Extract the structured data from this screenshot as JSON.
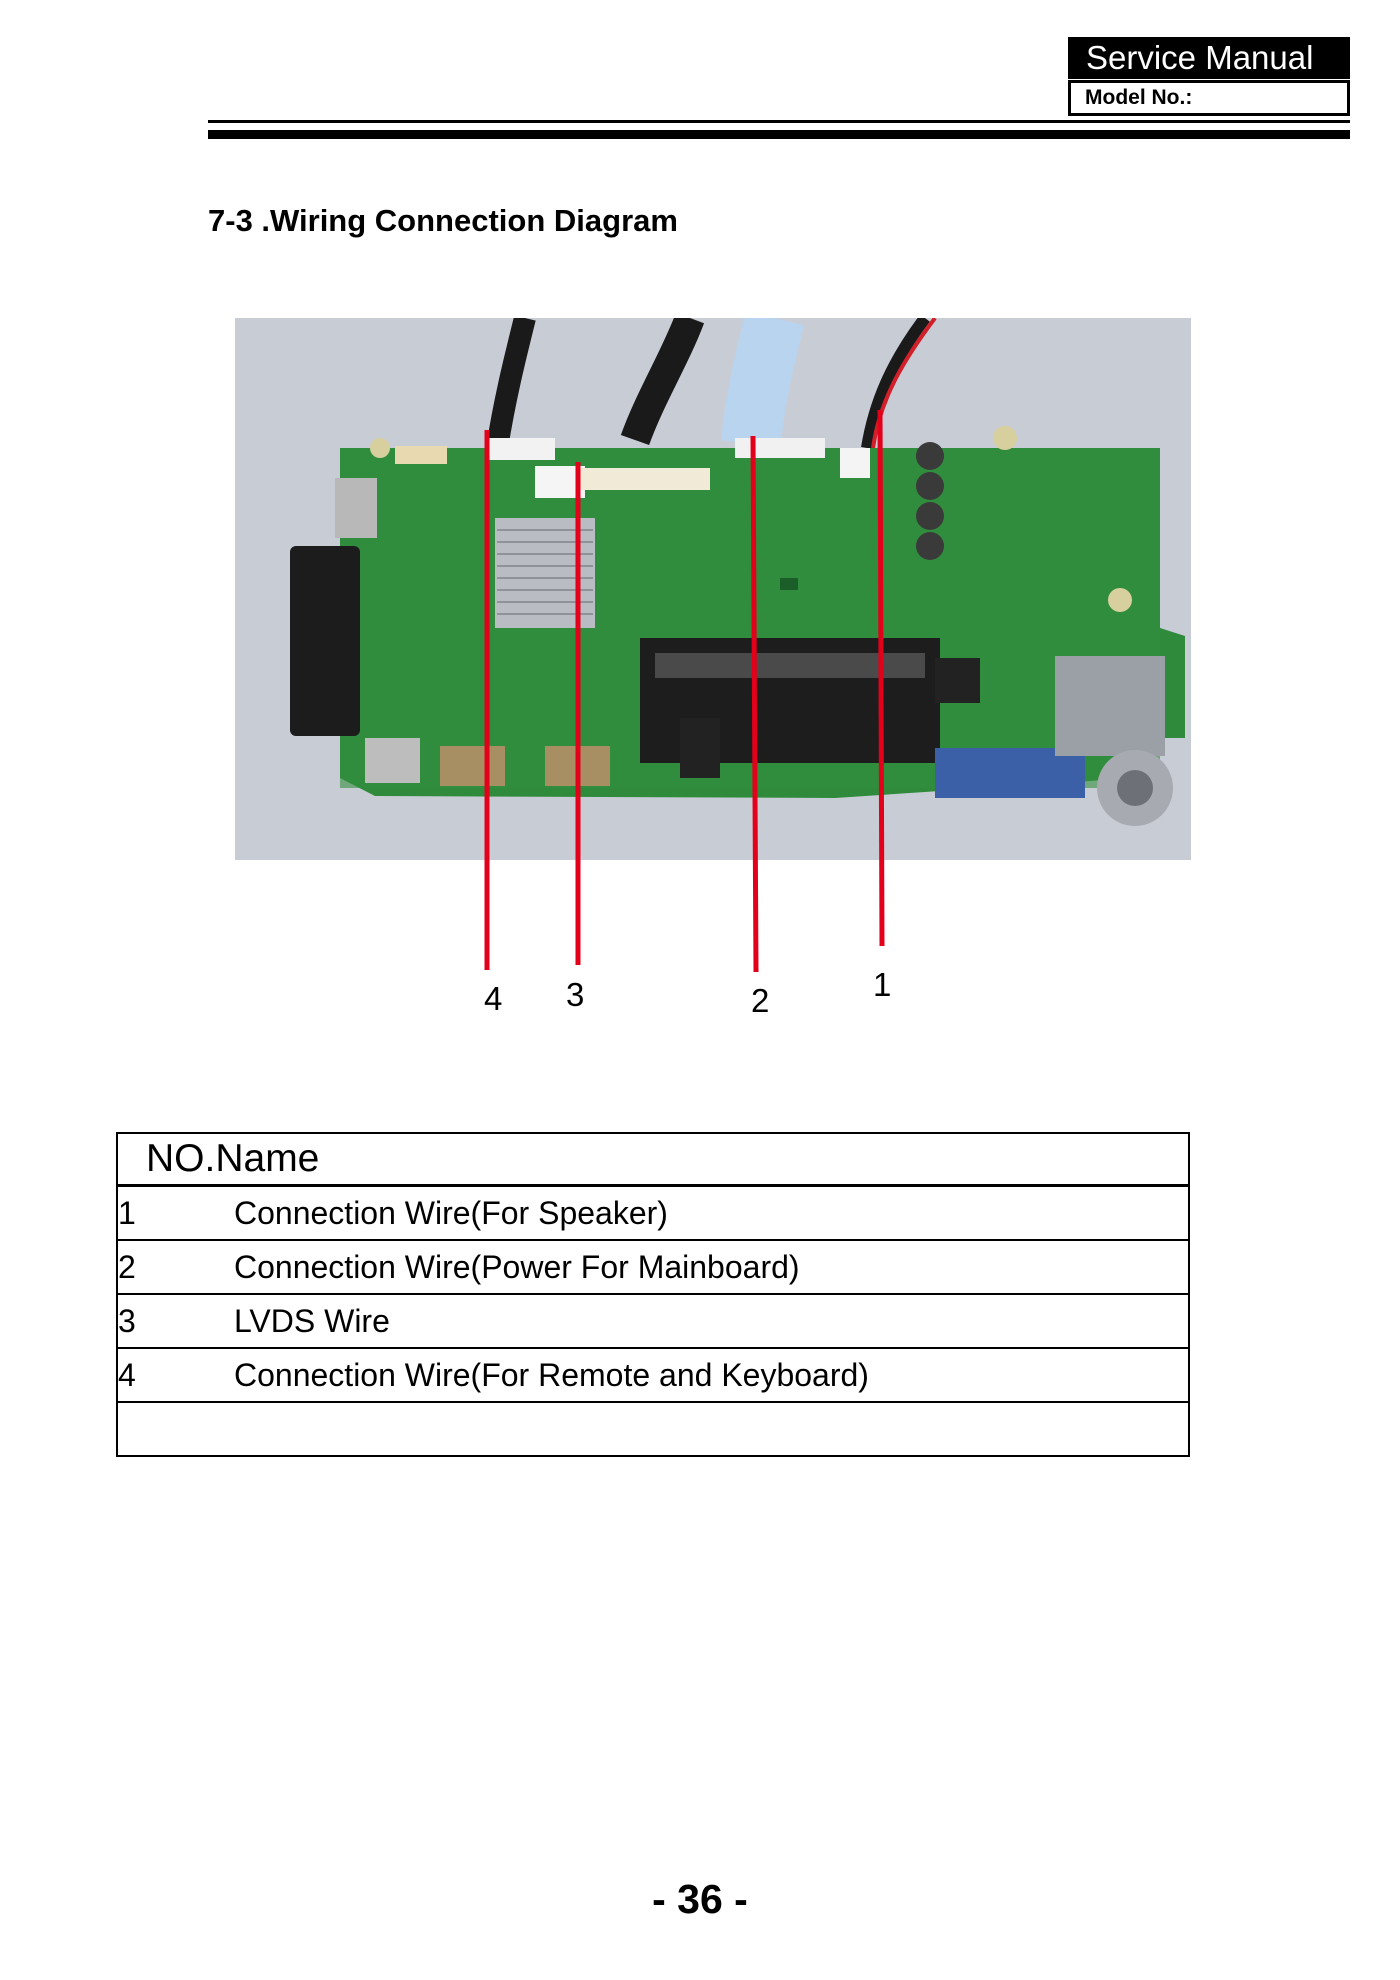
{
  "header": {
    "title": "Service Manual",
    "model_label": "Model No.:"
  },
  "section": {
    "title": "7-3 .Wiring Connection Diagram"
  },
  "figure": {
    "callouts": [
      "4",
      "3",
      "2",
      "1"
    ]
  },
  "table": {
    "header": "NO.Name",
    "rows": [
      {
        "no": "1",
        "name": "Connection Wire(For Speaker)"
      },
      {
        "no": "2",
        "name": "Connection Wire(Power For Mainboard)"
      },
      {
        "no": "3",
        "name": "LVDS Wire"
      },
      {
        "no": "4",
        "name": "Connection Wire(For Remote and Keyboard)"
      },
      {
        "no": "",
        "name": ""
      }
    ]
  },
  "footer": {
    "page_number": "- 36 -"
  },
  "colors": {
    "leader_line": "#e3001b",
    "pcb_green": "#2f8a3c",
    "photo_background": "#c9cdd6"
  }
}
